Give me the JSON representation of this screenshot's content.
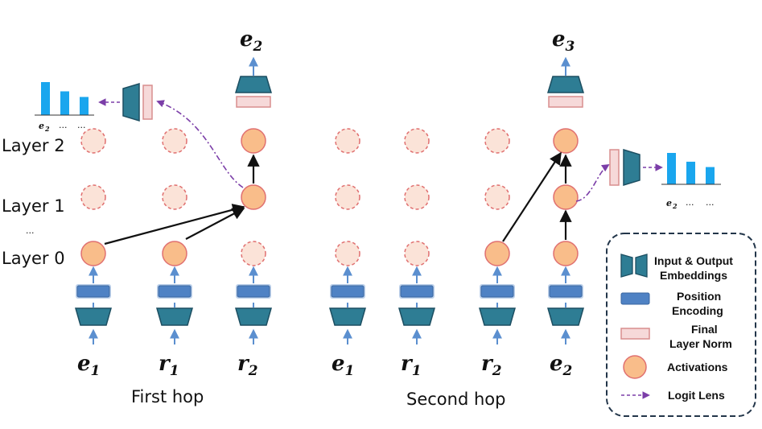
{
  "layers": {
    "layer2": "Layer 2",
    "layer1": "Layer 1",
    "ellipsis": "...",
    "layer0": "Layer 0"
  },
  "hops": {
    "first": "First hop",
    "second": "Second hop"
  },
  "tokens": {
    "first_hop": [
      {
        "base": "e",
        "sub": "1"
      },
      {
        "base": "r",
        "sub": "1"
      },
      {
        "base": "r",
        "sub": "2"
      }
    ],
    "second_hop": [
      {
        "base": "e",
        "sub": "1"
      },
      {
        "base": "r",
        "sub": "1"
      },
      {
        "base": "r",
        "sub": "2"
      },
      {
        "base": "e",
        "sub": "2"
      }
    ],
    "output_first": {
      "base": "e",
      "sub": "2"
    },
    "output_second": {
      "base": "e",
      "sub": "3"
    }
  },
  "logit_lens": {
    "left": {
      "label_base": "e",
      "label_sub": "2",
      "dots1": "...",
      "dots2": "...",
      "bars": [
        1.0,
        0.72,
        0.55
      ]
    },
    "right": {
      "label_base": "e",
      "label_sub": "2",
      "dots1": "...",
      "dots2": "...",
      "bars": [
        1.0,
        0.72,
        0.55
      ]
    }
  },
  "legend": {
    "embeddings_line1": "Input & Output",
    "embeddings_line2": "Embeddings",
    "position_line1": "Position",
    "position_line2": "Encoding",
    "norm_line1": "Final",
    "norm_line2": "Layer Norm",
    "activations": "Activations",
    "logit_lens": "Logit Lens"
  },
  "colors": {
    "embedding": "#2e7d94",
    "embedding_stroke": "#1d4f62",
    "position": "#4f82c4",
    "norm_fill": "#f6d9d9",
    "norm_stroke": "#d88e8e",
    "activation_fill": "#f9bd8a",
    "activation_stroke": "#e07070",
    "inactive_fill": "#fbe3d8",
    "bar": "#1aa6ee",
    "lens_arrow": "#7b3ea8",
    "legend_border": "#23364a",
    "arrow": "#5b8fcf"
  }
}
